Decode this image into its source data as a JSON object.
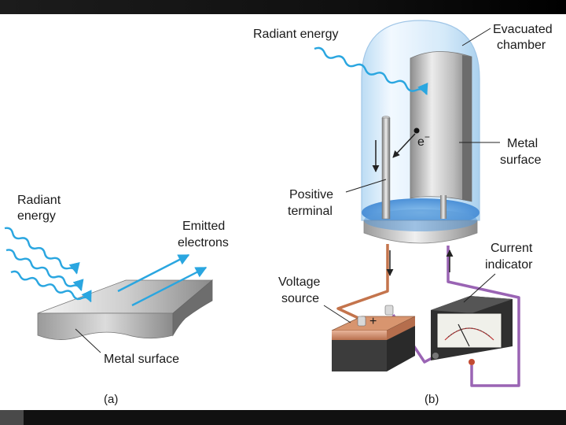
{
  "panel_a": {
    "radiant_line1": "Radiant",
    "radiant_line2": "energy",
    "emitted_line1": "Emitted",
    "emitted_line2": "electrons",
    "metal_surface": "Metal surface",
    "caption": "(a)"
  },
  "panel_b": {
    "radiant_energy": "Radiant energy",
    "evacuated_line1": "Evacuated",
    "evacuated_line2": "chamber",
    "metal_line1": "Metal",
    "metal_line2": "surface",
    "electron": "e",
    "electron_sup": "−",
    "positive_line1": "Positive",
    "positive_line2": "terminal",
    "voltage_line1": "Voltage",
    "voltage_line2": "source",
    "current_line1": "Current",
    "current_line2": "indicator",
    "plus_sign": "+",
    "caption": "(b)"
  },
  "colors": {
    "photon_blue": "#2aa6e0",
    "wire_copper": "#c4744c",
    "wire_purple": "#9a64b4",
    "chamber_glass": "#cfe6f7",
    "chamber_base": "#4a8fd6"
  }
}
